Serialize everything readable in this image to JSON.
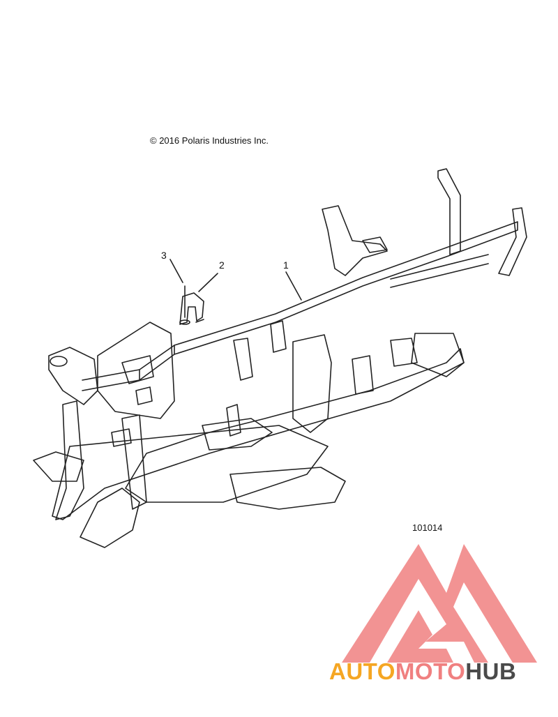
{
  "copyright": "© 2016 Polaris Industries Inc.",
  "callouts": [
    {
      "id": "1",
      "label": "1"
    },
    {
      "id": "2",
      "label": "2"
    },
    {
      "id": "3",
      "label": "3"
    }
  ],
  "figure_number": "101014",
  "watermark": {
    "part1": "AUTO",
    "part2": "MOTO",
    "part3": "HUB",
    "colors": {
      "logo": "#f08080",
      "auto": "#f5a623",
      "moto": "#f08080",
      "hub": "#4a4a4a"
    }
  }
}
